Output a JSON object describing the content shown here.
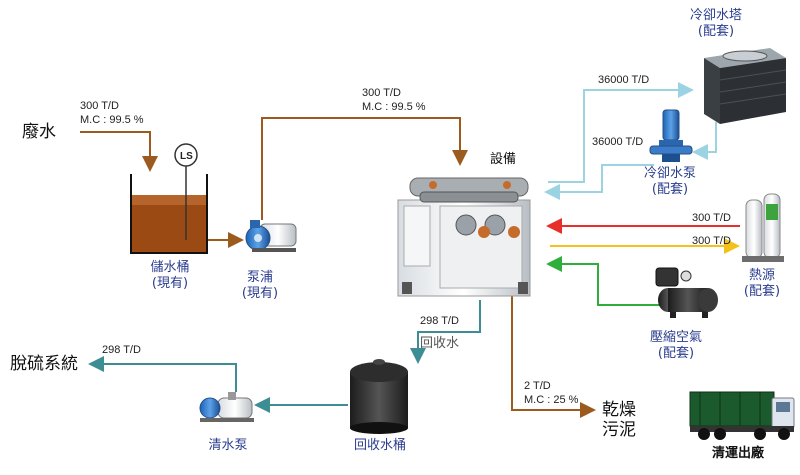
{
  "inputs": {
    "wastewater": "廢水",
    "wastewater_flow": "300 T/D",
    "wastewater_mc": "M.C : 99.5 %"
  },
  "storage_tank": {
    "sensor": "LS",
    "label": "儲水桶",
    "sub": "(現有)"
  },
  "pump": {
    "label": "泵浦",
    "sub": "(現有)"
  },
  "equipment_feed": {
    "flow": "300 T/D",
    "mc": "M.C : 99.5 %"
  },
  "equipment": {
    "label": "設備"
  },
  "cooling_tower": {
    "label": "冷卻水塔",
    "sub": "(配套)",
    "flow": "36000 T/D"
  },
  "cooling_pump": {
    "label": "冷卻水泵",
    "sub": "(配套)",
    "flow": "36000 T/D"
  },
  "heat_source": {
    "label": "熱源",
    "sub": "(配套)",
    "flow_in": "300 T/D",
    "flow_out": "300 T/D"
  },
  "compressor": {
    "label": "壓縮空氣",
    "sub": "(配套)"
  },
  "recycled_water": {
    "flow": "298 T/D",
    "label": "回收水"
  },
  "recycle_tank": {
    "label": "回收水桶"
  },
  "clean_pump": {
    "label": "清水泵",
    "flow": "298 T/D"
  },
  "desulfurization": {
    "label": "脫硫系統"
  },
  "sludge": {
    "flow": "2 T/D",
    "mc": "M.C : 25 %",
    "label_line1": "乾燥",
    "label_line2": "污泥"
  },
  "truck": {
    "label": "清運出廠"
  },
  "colors": {
    "brown": "#9c5a1e",
    "teal": "#3d8d94",
    "light_blue": "#9cd3e2",
    "red": "#e8302a",
    "yellow": "#f2c21b",
    "green": "#2fae3b",
    "text_blue": "#2a3d8f"
  }
}
